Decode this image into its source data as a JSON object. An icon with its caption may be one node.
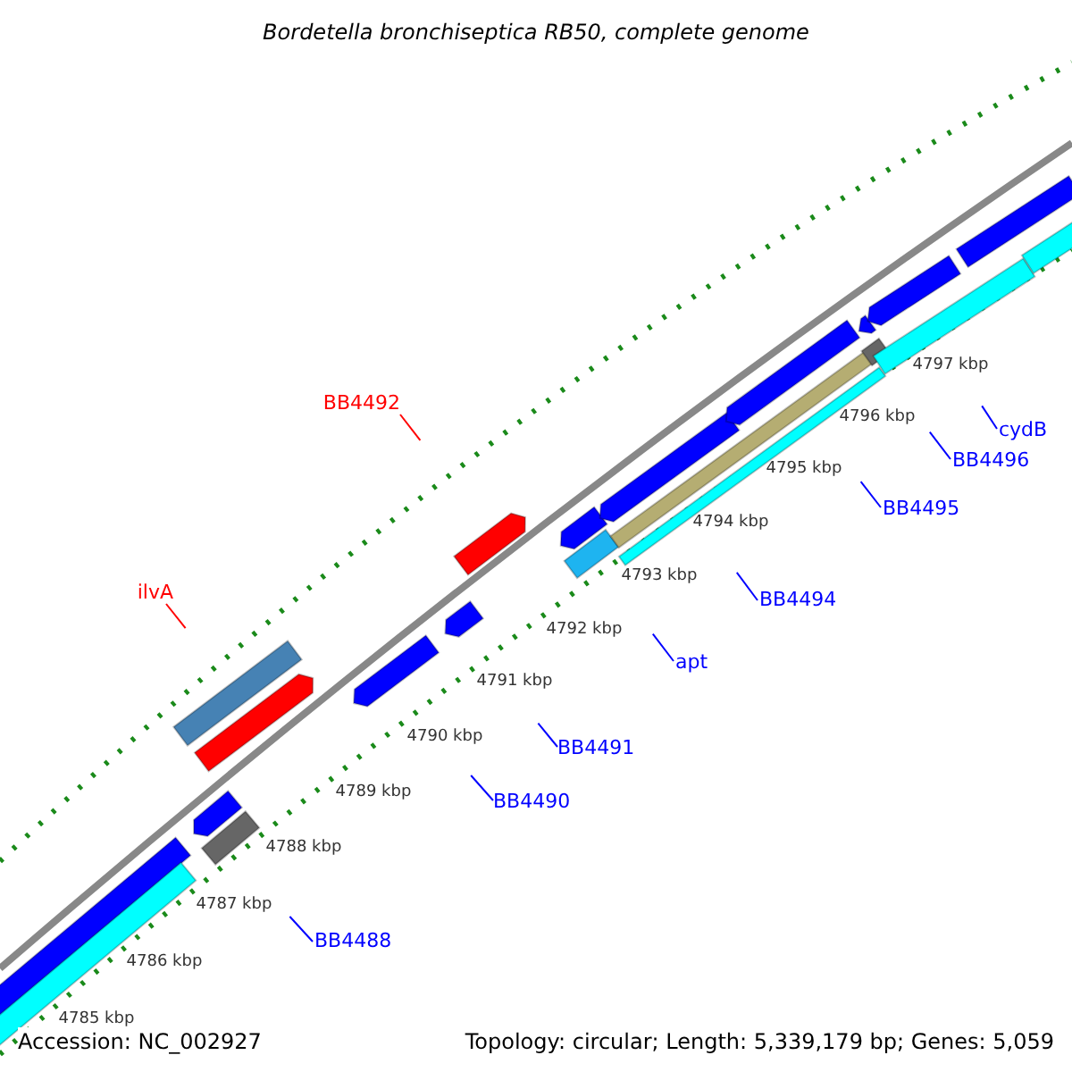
{
  "diagram": {
    "title": "Bordetella bronchiseptica RB50, complete genome",
    "nodes": [
      {
        "text": [
          "ilvA"
        ]
      },
      {
        "text": [
          "BB4492"
        ]
      },
      {
        "text": [
          "BB4491"
        ]
      },
      {
        "text": [
          "BB4490"
        ]
      },
      {
        "text": [
          "BB4488"
        ]
      },
      {
        "text": [
          "apt"
        ]
      },
      {
        "text": [
          "BB4494"
        ]
      },
      {
        "text": [
          "BB4495"
        ]
      },
      {
        "text": [
          "BB4496"
        ]
      },
      {
        "text": [
          "cydB"
        ]
      }
    ],
    "edges": [
      {
        "from": 0,
        "to": null,
        "arrow": "none",
        "color": "#ff0000"
      },
      {
        "from": 1,
        "to": null,
        "arrow": "none",
        "color": "#ff0000"
      },
      {
        "from": 2,
        "to": null,
        "arrow": "none"
      },
      {
        "from": 3,
        "to": null,
        "arrow": "none"
      },
      {
        "from": 4,
        "to": null,
        "arrow": "none"
      },
      {
        "from": 5,
        "to": null,
        "arrow": "none"
      },
      {
        "from": 6,
        "to": null,
        "arrow": "none"
      },
      {
        "from": 7,
        "to": null,
        "arrow": "none"
      },
      {
        "from": 8,
        "to": null,
        "arrow": "none"
      },
      {
        "from": 9,
        "to": null,
        "arrow": "none"
      }
    ],
    "labels": [
      "4797 kbp",
      "4796 kbp",
      "4795 kbp",
      "4794 kbp",
      "4793 kbp",
      "4792 kbp",
      "4791 kbp",
      "4790 kbp",
      "4789 kbp",
      "4788 kbp",
      "4787 kbp",
      "4786 kbp",
      "4785 kbp",
      "Accession: NC_002927",
      "Topology: circular; Length: 5,339,179 bp; Genes: 5,059"
    ]
  }
}
